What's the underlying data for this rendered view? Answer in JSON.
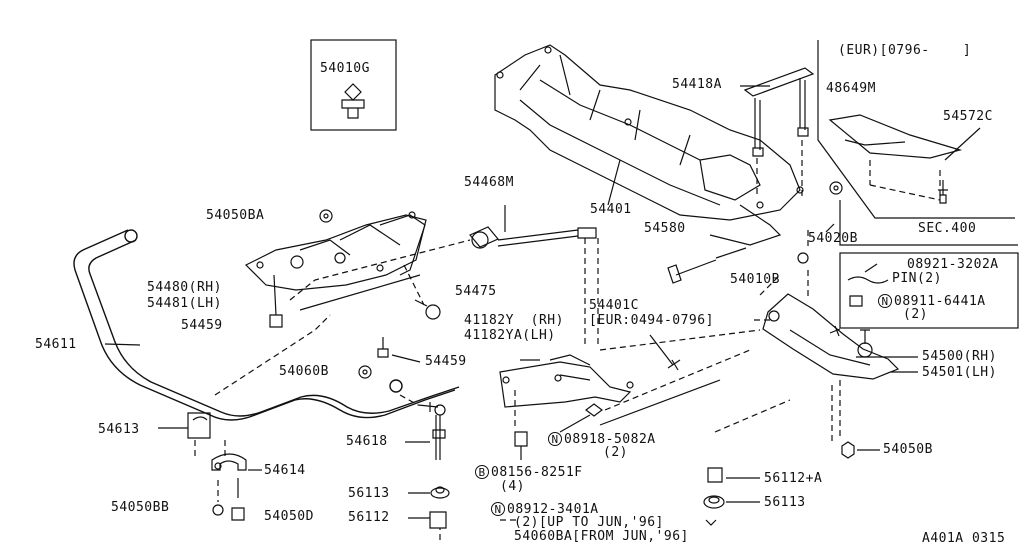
{
  "diagram_id": "A401A 0315",
  "inset_top": "54010G",
  "eur_box": {
    "header": "(EUR)[0796-    ]",
    "p1": "48649M",
    "p2": "54572C",
    "ref": "SEC.400"
  },
  "labels": {
    "p54418A": "54418A",
    "p54468M": "54468M",
    "p54401": "54401",
    "p54050BA": "54050BA",
    "p54580": "54580",
    "p54020B": "54020B",
    "p54010B": "54010B",
    "p54480": "54480(RH)",
    "p54481": "54481(LH)",
    "p54475": "54475",
    "p54459a": "54459",
    "p54611": "54611",
    "p54459b": "54459",
    "p54060B": "54060B",
    "p54401C": "54401C",
    "p54401C_note": "[EUR:0494-0796]",
    "p41182Y": "41182Y  (RH)",
    "p41182YA": "41182YA(LH)",
    "p08918_code": "N",
    "p08918": "08918-5082A",
    "p08918_qty": "(2)",
    "p54613": "54613",
    "p54618": "54618",
    "p54614": "54614",
    "p08156_code": "B",
    "p08156": "08156-8251F",
    "p08156_qty": "(4)",
    "p56113a": "56113",
    "p56112": "56112",
    "p54050BB": "54050BB",
    "p54050D": "54050D",
    "p08912_code": "N",
    "p08912": "08912-3401A",
    "p08912_note": "(2)[UP TO JUN,'96]",
    "p54060BA": "54060BA[FROM JUN,'96]",
    "p56112A": "56112+A",
    "p56113b": "56113",
    "p54050B": "54050B",
    "p54500": "54500(RH)",
    "p54501": "54501(LH)"
  },
  "pin_box": {
    "part": "08921-3202A",
    "pin": "PIN(2)",
    "code": "N",
    "part2": "08911-6441A",
    "qty": "(2)"
  }
}
